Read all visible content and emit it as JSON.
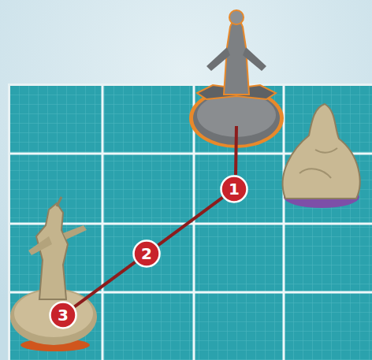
{
  "diagram": {
    "nodes": [
      {
        "text": [
          "1"
        ]
      },
      {
        "text": [
          "2"
        ]
      },
      {
        "text": [
          "3"
        ]
      }
    ],
    "edges": [
      {
        "from": 0,
        "to": 1,
        "arrow": "none"
      },
      {
        "from": 1,
        "to": 2,
        "arrow": "none"
      }
    ]
  }
}
